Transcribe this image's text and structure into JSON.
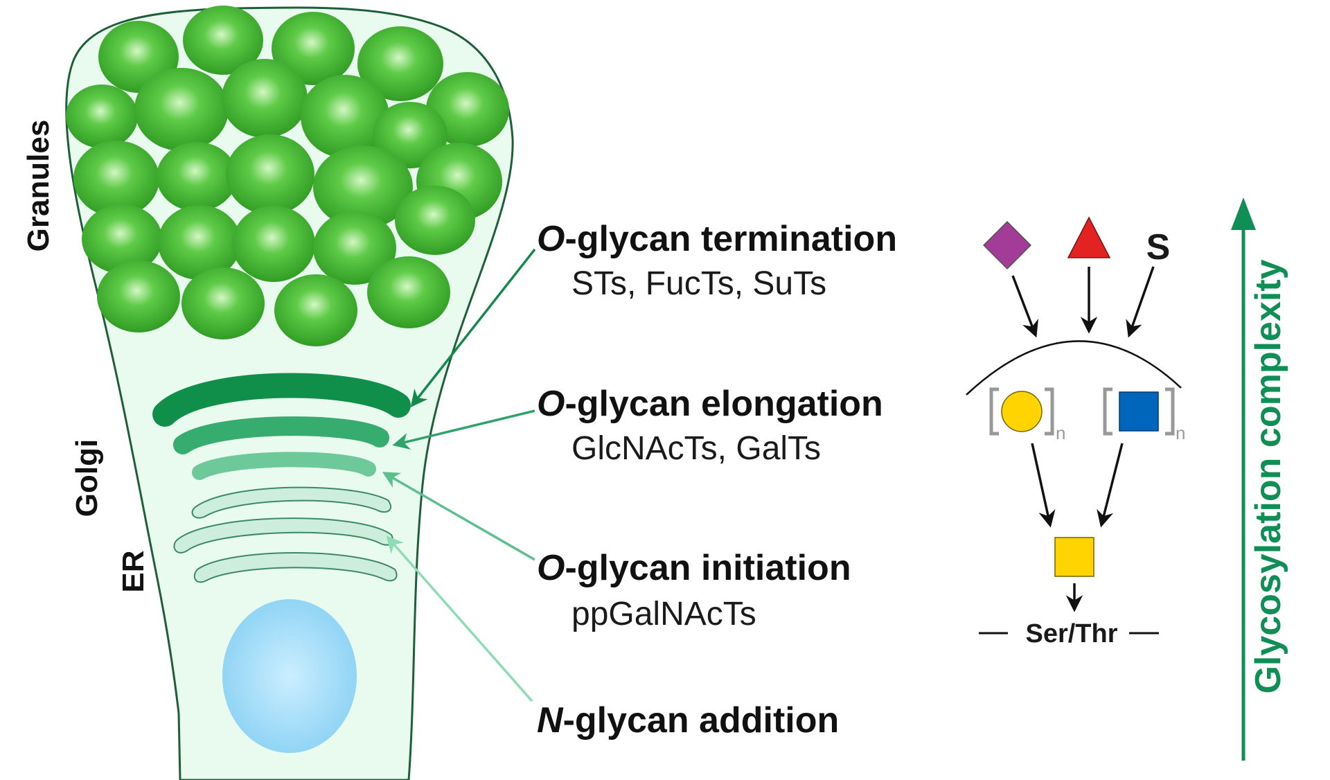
{
  "cell_labels": {
    "granules": "Granules",
    "golgi": "Golgi",
    "er": "ER"
  },
  "stages": [
    {
      "italic": "O",
      "rest": "-glycan termination",
      "enzymes": "STs, FucTs, SuTs"
    },
    {
      "italic": "O",
      "rest": "-glycan elongation",
      "enzymes": "GlcNAcTs, GalTs"
    },
    {
      "italic": "O",
      "rest": "-glycan initiation",
      "enzymes": "ppGalNAcTs"
    },
    {
      "italic": "N",
      "rest": "-glycan addition",
      "enzymes": ""
    }
  ],
  "glycan": {
    "sulfate_label": "S",
    "repeat_subscript": "n",
    "core_label": "Ser/Thr"
  },
  "axis_label": "Glycosylation complexity",
  "colors": {
    "cell_fill": "#e9faef",
    "cell_outline": "#1f5e3a",
    "granule": "#3ab42c",
    "golgi_1": "#0f8f4a",
    "golgi_2": "#36ad6f",
    "golgi_3": "#6ec99a",
    "er_fill": "#cdeedd",
    "nucleus": "#9fd8f5",
    "complexity_arrow": "#0f8f55",
    "fucose": "#e32322",
    "sialic_acid": "#a33c98",
    "galactose": "#ffd400",
    "glcnac": "#0066bb",
    "galnac": "#ffd400"
  }
}
